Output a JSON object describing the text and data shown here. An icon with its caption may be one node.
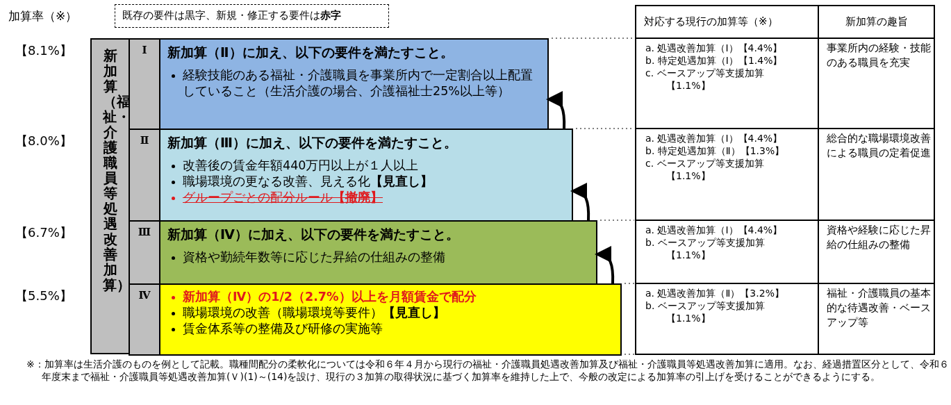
{
  "diagram": {
    "caption": "※：加算率は生活介護のものを例として記載。職種間配分の柔軟化については令和６年４月から現行の福祉・介護職員処遇改善加算及び福祉・介護職員等処遇改善加算に適用。なお、経過措置区分として、令和６年度末まで福祉・介護職員等処遇改善加算(Ｖ)(1)～(14)を設け、現行の３加算の取得状況に基づく加算率を維持した上で、今般の改定による加算率の引上げを受けることができるようにする。",
    "nodes": [
      {
        "text": [
          "既存の要件は黒字、新規・修正する要件は**赤字**"
        ]
      },
      {
        "text": [
          "新加算（福祉・介護職員等処遇改善加算）"
        ]
      },
      {
        "text": [
          "Ⅰ"
        ]
      },
      {
        "text": [
          "新加算（Ⅱ）に加え、以下の要件を満たすこと。",
          "経験技能のある福祉・介護職員を事業所内で一定割合以上配置していること（生活介護の場合、介護福祉士25%以上等）"
        ]
      },
      {
        "text": [
          "Ⅱ"
        ]
      },
      {
        "text": [
          "新加算（Ⅲ）に加え、以下の要件を満たすこと。",
          "改善後の賃金年額440万円以上が１人以上",
          "職場環境の更なる改善、見える化**【見直し】**",
          "グループごとの配分ルール**【撤廃】**"
        ]
      },
      {
        "text": [
          "Ⅲ"
        ]
      },
      {
        "text": [
          "新加算（Ⅳ）に加え、以下の要件を満たすこと。",
          "資格や勤続年数等に応じた昇給の仕組みの整備"
        ]
      },
      {
        "text": [
          "Ⅳ"
        ]
      },
      {
        "text": [
          "新加算（Ⅳ）の1/2（2.7%）以上を月額賃金で配分",
          "職場環境の改善（職場環境等要件）**【見直し】**",
          "賃金体系等の整備及び研修の実施等"
        ]
      }
    ],
    "edges": [
      {
        "from": 9,
        "to": 7,
        "arrow": "to"
      },
      {
        "from": 7,
        "to": 5,
        "arrow": "to"
      },
      {
        "from": 5,
        "to": 3,
        "arrow": "to"
      }
    ],
    "labels": [
      "加算率（※）",
      "対応する現行の加算等（※）",
      "新加算の趣旨",
      "【8.1%】",
      "a. 処遇改善加算（Ⅰ）【4.4%】",
      "b. 特定処遇加算（Ⅰ）【1.4%】",
      "c. ベースアップ等支援加算【1.1%】",
      "事業所内の経験・技能のある職員を充実",
      "【8.0%】",
      "a. 処遇改善加算（Ⅰ）【4.4%】",
      "b. 特定処遇加算（Ⅱ）【1.3%】",
      "c. ベースアップ等支援加算【1.1%】",
      "総合的な職場環境改善による職員の定着促進",
      "【6.7%】",
      "a. 処遇改善加算（Ⅰ）【4.4%】",
      "b. ベースアップ等支援加算【1.1%】",
      "資格や経験に応じた昇給の仕組みの整備",
      "【5.5%】",
      "a. 処遇改善加算（Ⅱ）【3.2%】",
      "b. ベースアップ等支援加算【1.1%】",
      "福祉・介護職員の基本的な待遇改善・ベースアップ等"
    ]
  }
}
